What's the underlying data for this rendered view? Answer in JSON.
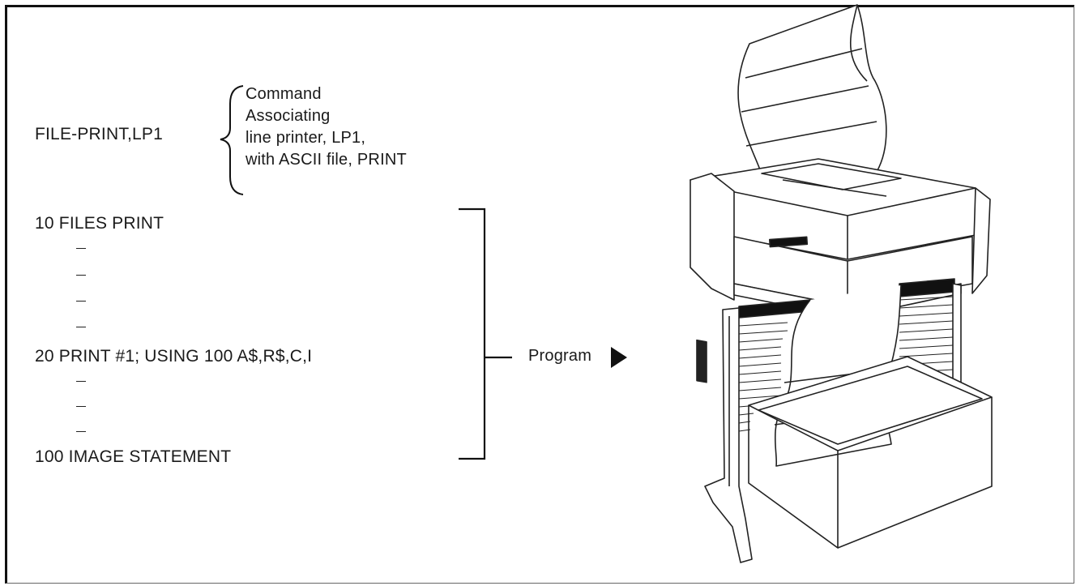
{
  "command": {
    "text": "FILE-PRINT,LP1",
    "description": [
      "Command",
      "Associating",
      "line printer, LP1,",
      "with ASCII file, PRINT"
    ]
  },
  "program": {
    "lines": {
      "line10": "10 FILES PRINT",
      "line20": "20 PRINT #1; USING 100 A$,R$,C,I",
      "line100": "100 IMAGE STATEMENT"
    },
    "label": "Program"
  },
  "illustration": {
    "name": "line-printer-with-paper-basket"
  }
}
